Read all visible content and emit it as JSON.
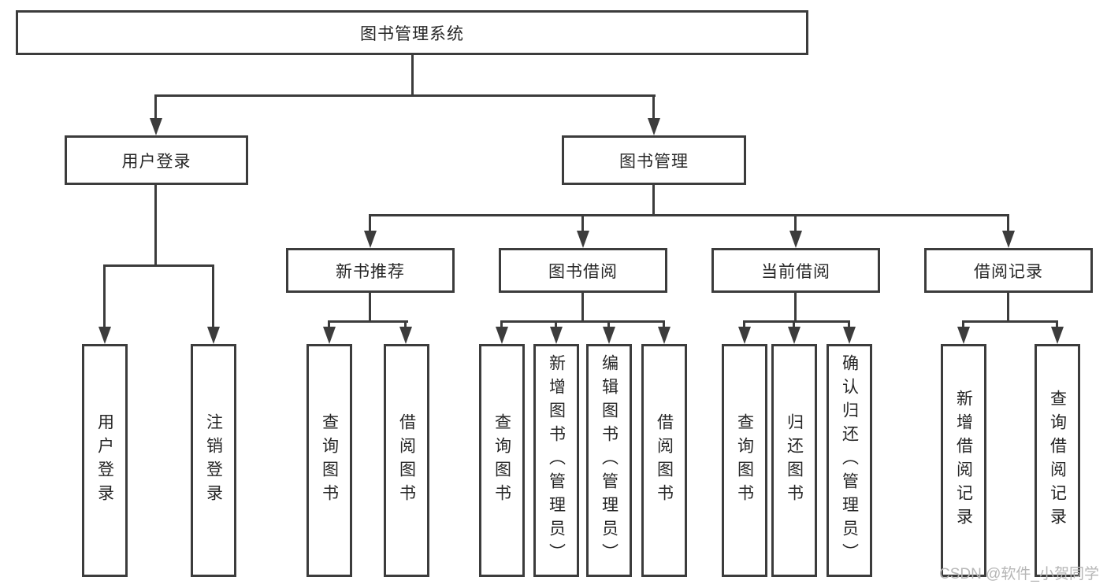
{
  "tree": {
    "root": {
      "label": "图书管理系统",
      "children": [
        {
          "label": "用户登录",
          "children": [
            {
              "label": "用户登录"
            },
            {
              "label": "注销登录"
            }
          ]
        },
        {
          "label": "图书管理",
          "children": [
            {
              "label": "新书推荐",
              "children": [
                {
                  "label": "查询图书"
                },
                {
                  "label": "借阅图书"
                }
              ]
            },
            {
              "label": "图书借阅",
              "children": [
                {
                  "label": "查询图书"
                },
                {
                  "label": "新增图书（管理员）"
                },
                {
                  "label": "编辑图书（管理员）"
                },
                {
                  "label": "借阅图书"
                }
              ]
            },
            {
              "label": "当前借阅",
              "children": [
                {
                  "label": "查询图书"
                },
                {
                  "label": "归还图书"
                },
                {
                  "label": "确认归还（管理员）"
                }
              ]
            },
            {
              "label": "借阅记录",
              "children": [
                {
                  "label": "新增借阅记录"
                },
                {
                  "label": "查询借阅记录"
                }
              ]
            }
          ]
        }
      ]
    }
  },
  "watermark": "CSDN @软件_小贺同学",
  "colors": {
    "line": "#3c3c3c",
    "text": "#262626",
    "watermark_text": "#b6b6b6",
    "background": "#ffffff"
  }
}
